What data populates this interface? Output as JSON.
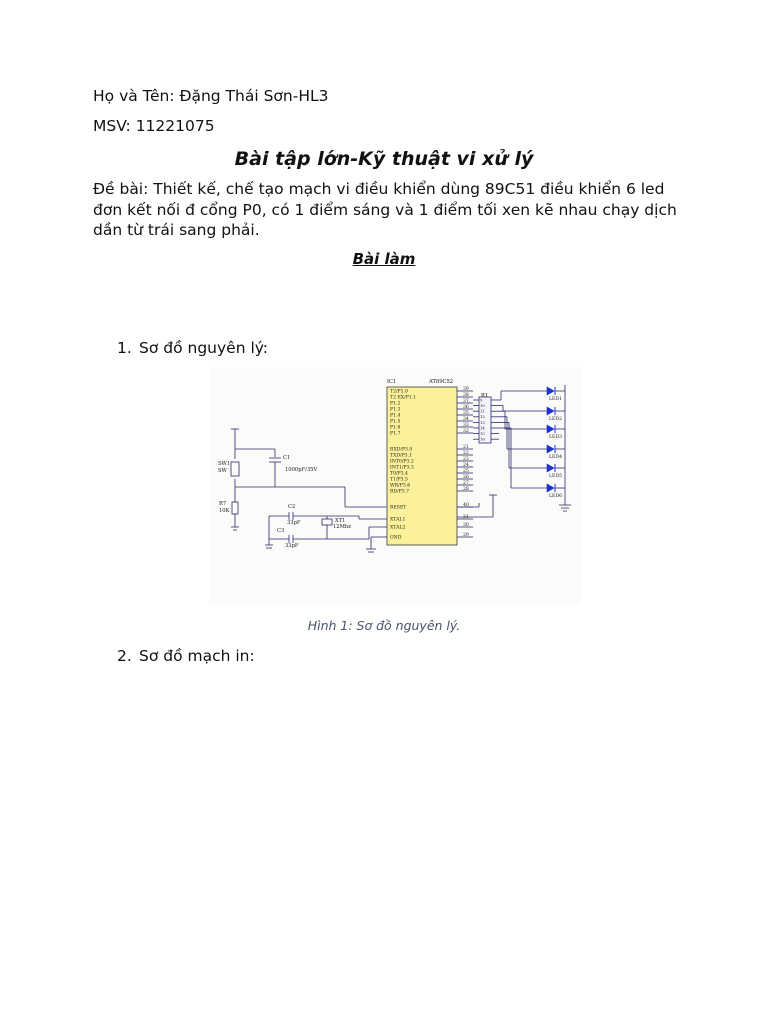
{
  "header": {
    "name_line": "Họ và Tên: Đặng Thái Sơn-HL3",
    "student_id_line": "MSV: 11221075"
  },
  "title": "Bài tập lớn-Kỹ thuật vi xử lý",
  "assignment": "Đề bài: Thiết kế, chế tạo mạch vi điều khiển dùng 89C51 điều khiển 6 led đơn kết nối đ cổng P0, có 1 điểm sáng và 1 điểm tối xen kẽ nhau chạy dịch dần từ trái sang phải.",
  "answer_heading": "Bài làm",
  "sections": [
    {
      "number": "1.",
      "label": "Sơ đồ nguyên lý:"
    },
    {
      "number": "2.",
      "label": "Sơ đồ mạch in:"
    }
  ],
  "figure": {
    "caption": "Hình 1: Sơ đồ nguyên lý.",
    "chip": {
      "ref": "IC1",
      "part": "AT89C52",
      "left_pins": [
        "T2/P1.0",
        "T2 EX/P1.1",
        "P1.2",
        "P1.3",
        "P1.4",
        "P1.5",
        "P1.6",
        "P1.7",
        "RXD/P3.0",
        "TXD/P3.1",
        "INT0/P3.2",
        "INT1/P3.3",
        "T0/P3.4",
        "T1/P3.5",
        "WR/P3.6",
        "RD/P3.7",
        "RESET",
        "XTAL1",
        "XTAL2",
        "GND"
      ],
      "pin_numbers": [
        "39",
        "38",
        "37",
        "36",
        "35",
        "34",
        "33",
        "32",
        "21",
        "22",
        "23",
        "24",
        "25",
        "26",
        "27",
        "28",
        "40",
        "31",
        "30",
        "29"
      ]
    },
    "resistor_array": {
      "ref": "R1",
      "right_pins": [
        "9",
        "10",
        "11",
        "12",
        "13",
        "14",
        "15",
        "16"
      ]
    },
    "leds": [
      "LED1",
      "LED2",
      "LED3",
      "LED4",
      "LED5",
      "LED6"
    ],
    "components": {
      "switch_ref": "SW1",
      "switch_label": "SW",
      "cap_c1_ref": "C1",
      "cap_c1_value": "1000pF/35V",
      "resistor_ref": "R7",
      "resistor_value": "10K",
      "cap_c2_ref": "C2",
      "cap_c2_value": "33pF",
      "cap_c3_ref": "C3",
      "cap_c3_value": "33pF",
      "crystal_ref": "XT1",
      "crystal_value": "12Mhz"
    },
    "colors": {
      "chip_fill": "#fbf19a",
      "wire": "#2a2a6a",
      "led_fill": "#1c2fd0",
      "caption": "#44546a"
    }
  }
}
